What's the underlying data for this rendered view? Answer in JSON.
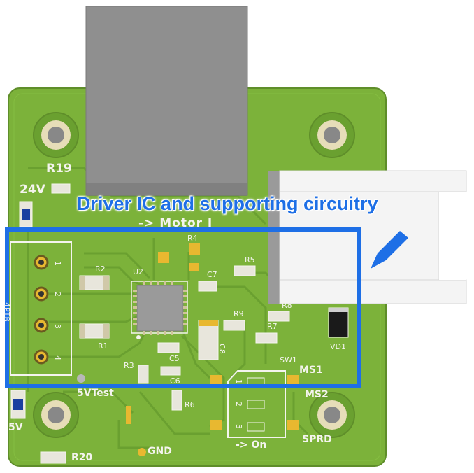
{
  "annotation": {
    "text": "Driver IC and supporting circuitry",
    "color": "#1e6fe6"
  },
  "board": {
    "pcb_color": "#7cb23a",
    "silkscreen": {
      "r19": "R19",
      "v24": "24V",
      "motor": "-> Motor I",
      "r4": "R4",
      "r5": "R5",
      "r2": "R2",
      "u2": "U2",
      "c7": "C7",
      "r8": "R8",
      "r9": "R9",
      "r7": "R7",
      "r1": "R1",
      "c8": "C8",
      "c5": "C5",
      "r3": "R3",
      "c6": "C6",
      "r6": "R6",
      "sw1": "SW1",
      "ms1": "MS1",
      "ms2": "MS2",
      "vd1": "VD1",
      "v5test": "5VTest",
      "v5": "5V",
      "r20": "R20",
      "gnd": "GND",
      "on": "-> On",
      "sprd": "SPRD",
      "fourptb": "4PTB",
      "pin1": "1",
      "pin2": "2",
      "pin3": "3",
      "pin4": "4",
      "sw_n1": "1",
      "sw_n2": "2",
      "sw_n3": "3"
    }
  }
}
